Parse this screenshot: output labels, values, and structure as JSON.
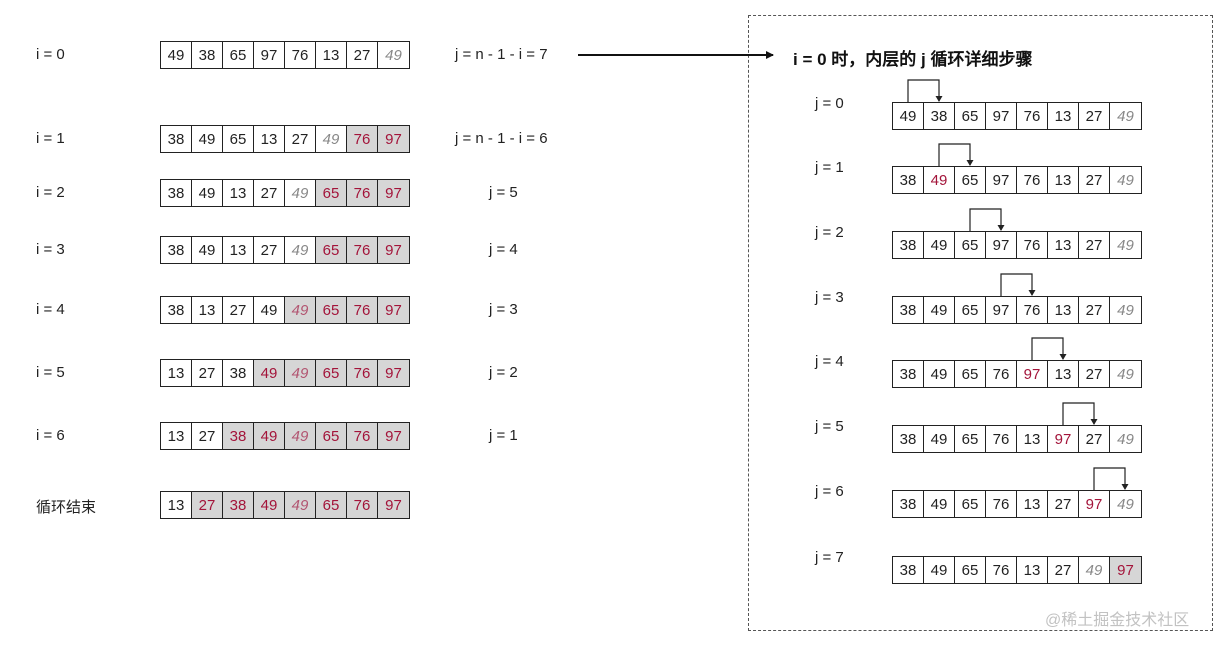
{
  "left_rows": [
    {
      "label": "i = 0",
      "j_label": "j = n - 1 - i = 7",
      "cells": [
        {
          "v": "49"
        },
        {
          "v": "38"
        },
        {
          "v": "65"
        },
        {
          "v": "97"
        },
        {
          "v": "76"
        },
        {
          "v": "13"
        },
        {
          "v": "27"
        },
        {
          "v": "49",
          "italic": true
        }
      ]
    },
    {
      "label": "i = 1",
      "j_label": "j = n - 1 - i = 6",
      "cells": [
        {
          "v": "38"
        },
        {
          "v": "49"
        },
        {
          "v": "65"
        },
        {
          "v": "13"
        },
        {
          "v": "27"
        },
        {
          "v": "49",
          "italic": true
        },
        {
          "v": "76",
          "red": true,
          "gray": true
        },
        {
          "v": "97",
          "red": true,
          "gray": true
        }
      ]
    },
    {
      "label": "i = 2",
      "j_label": "j = 5",
      "cells": [
        {
          "v": "38"
        },
        {
          "v": "49"
        },
        {
          "v": "13"
        },
        {
          "v": "27"
        },
        {
          "v": "49",
          "italic": true
        },
        {
          "v": "65",
          "red": true,
          "gray": true
        },
        {
          "v": "76",
          "red": true,
          "gray": true
        },
        {
          "v": "97",
          "red": true,
          "gray": true
        }
      ]
    },
    {
      "label": "i = 3",
      "j_label": "j = 4",
      "cells": [
        {
          "v": "38"
        },
        {
          "v": "49"
        },
        {
          "v": "13"
        },
        {
          "v": "27"
        },
        {
          "v": "49",
          "italic": true
        },
        {
          "v": "65",
          "red": true,
          "gray": true
        },
        {
          "v": "76",
          "red": true,
          "gray": true
        },
        {
          "v": "97",
          "red": true,
          "gray": true
        }
      ]
    },
    {
      "label": "i = 4",
      "j_label": "j = 3",
      "cells": [
        {
          "v": "38"
        },
        {
          "v": "13"
        },
        {
          "v": "27"
        },
        {
          "v": "49"
        },
        {
          "v": "49",
          "italic": true,
          "red": true,
          "gray": true
        },
        {
          "v": "65",
          "red": true,
          "gray": true
        },
        {
          "v": "76",
          "red": true,
          "gray": true
        },
        {
          "v": "97",
          "red": true,
          "gray": true
        }
      ]
    },
    {
      "label": "i = 5",
      "j_label": "j = 2",
      "cells": [
        {
          "v": "13"
        },
        {
          "v": "27"
        },
        {
          "v": "38"
        },
        {
          "v": "49",
          "red": true,
          "gray": true
        },
        {
          "v": "49",
          "italic": true,
          "red": true,
          "gray": true
        },
        {
          "v": "65",
          "red": true,
          "gray": true
        },
        {
          "v": "76",
          "red": true,
          "gray": true
        },
        {
          "v": "97",
          "red": true,
          "gray": true
        }
      ]
    },
    {
      "label": "i = 6",
      "j_label": "j = 1",
      "cells": [
        {
          "v": "13"
        },
        {
          "v": "27"
        },
        {
          "v": "38",
          "red": true,
          "gray": true
        },
        {
          "v": "49",
          "red": true,
          "gray": true
        },
        {
          "v": "49",
          "italic": true,
          "red": true,
          "gray": true
        },
        {
          "v": "65",
          "red": true,
          "gray": true
        },
        {
          "v": "76",
          "red": true,
          "gray": true
        },
        {
          "v": "97",
          "red": true,
          "gray": true
        }
      ]
    },
    {
      "label": "循环结束",
      "j_label": "",
      "cells": [
        {
          "v": "13"
        },
        {
          "v": "27",
          "red": true,
          "gray": true
        },
        {
          "v": "38",
          "red": true,
          "gray": true
        },
        {
          "v": "49",
          "red": true,
          "gray": true
        },
        {
          "v": "49",
          "italic": true,
          "red": true,
          "gray": true
        },
        {
          "v": "65",
          "red": true,
          "gray": true
        },
        {
          "v": "76",
          "red": true,
          "gray": true
        },
        {
          "v": "97",
          "red": true,
          "gray": true
        }
      ]
    }
  ],
  "panel_title": "i = 0 时，内层的 j 循环详细步骤",
  "right_rows": [
    {
      "label": "j = 0",
      "swap": 0,
      "cells": [
        {
          "v": "49"
        },
        {
          "v": "38"
        },
        {
          "v": "65"
        },
        {
          "v": "97"
        },
        {
          "v": "76"
        },
        {
          "v": "13"
        },
        {
          "v": "27"
        },
        {
          "v": "49",
          "italic": true
        }
      ]
    },
    {
      "label": "j = 1",
      "swap": 1,
      "cells": [
        {
          "v": "38"
        },
        {
          "v": "49",
          "red": true
        },
        {
          "v": "65"
        },
        {
          "v": "97"
        },
        {
          "v": "76"
        },
        {
          "v": "13"
        },
        {
          "v": "27"
        },
        {
          "v": "49",
          "italic": true
        }
      ]
    },
    {
      "label": "j = 2",
      "swap": 2,
      "cells": [
        {
          "v": "38"
        },
        {
          "v": "49"
        },
        {
          "v": "65"
        },
        {
          "v": "97"
        },
        {
          "v": "76"
        },
        {
          "v": "13"
        },
        {
          "v": "27"
        },
        {
          "v": "49",
          "italic": true
        }
      ]
    },
    {
      "label": "j = 3",
      "swap": 3,
      "cells": [
        {
          "v": "38"
        },
        {
          "v": "49"
        },
        {
          "v": "65"
        },
        {
          "v": "97"
        },
        {
          "v": "76"
        },
        {
          "v": "13"
        },
        {
          "v": "27"
        },
        {
          "v": "49",
          "italic": true
        }
      ]
    },
    {
      "label": "j = 4",
      "swap": 4,
      "cells": [
        {
          "v": "38"
        },
        {
          "v": "49"
        },
        {
          "v": "65"
        },
        {
          "v": "76"
        },
        {
          "v": "97",
          "red": true
        },
        {
          "v": "13"
        },
        {
          "v": "27"
        },
        {
          "v": "49",
          "italic": true
        }
      ]
    },
    {
      "label": "j = 5",
      "swap": 5,
      "cells": [
        {
          "v": "38"
        },
        {
          "v": "49"
        },
        {
          "v": "65"
        },
        {
          "v": "76"
        },
        {
          "v": "13"
        },
        {
          "v": "97",
          "red": true
        },
        {
          "v": "27"
        },
        {
          "v": "49",
          "italic": true
        }
      ]
    },
    {
      "label": "j = 6",
      "swap": 6,
      "cells": [
        {
          "v": "38"
        },
        {
          "v": "49"
        },
        {
          "v": "65"
        },
        {
          "v": "76"
        },
        {
          "v": "13"
        },
        {
          "v": "27"
        },
        {
          "v": "97",
          "red": true
        },
        {
          "v": "49",
          "italic": true
        }
      ]
    },
    {
      "label": "j = 7",
      "swap": null,
      "cells": [
        {
          "v": "38"
        },
        {
          "v": "49"
        },
        {
          "v": "65"
        },
        {
          "v": "76"
        },
        {
          "v": "13"
        },
        {
          "v": "27"
        },
        {
          "v": "49",
          "italic": true
        },
        {
          "v": "97",
          "red": true,
          "gray": true
        }
      ]
    }
  ],
  "watermark": "@稀土掘金技术社区",
  "colors": {
    "highlight_text": "#a3143a",
    "sorted_fill": "#d6d6d6",
    "border": "#222222"
  }
}
